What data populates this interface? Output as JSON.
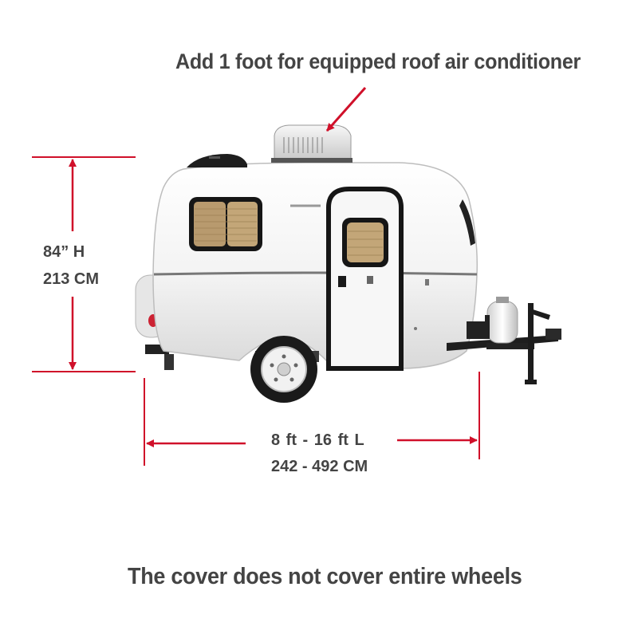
{
  "annotations": {
    "ac_note": "Add 1 foot for equipped roof air conditioner",
    "height_imperial": "84” H",
    "height_metric": "213 CM",
    "length_imperial": "8 ft - 16 ft   L",
    "length_metric": "242 - 492 CM",
    "footer_note": "The cover does not cover entire wheels"
  },
  "colors": {
    "dimension_line": "#d0102a",
    "text": "#444444",
    "trailer_body": "#f4f4f4",
    "trim": "#1c1c1c",
    "window_blind": "#b89a6e"
  }
}
